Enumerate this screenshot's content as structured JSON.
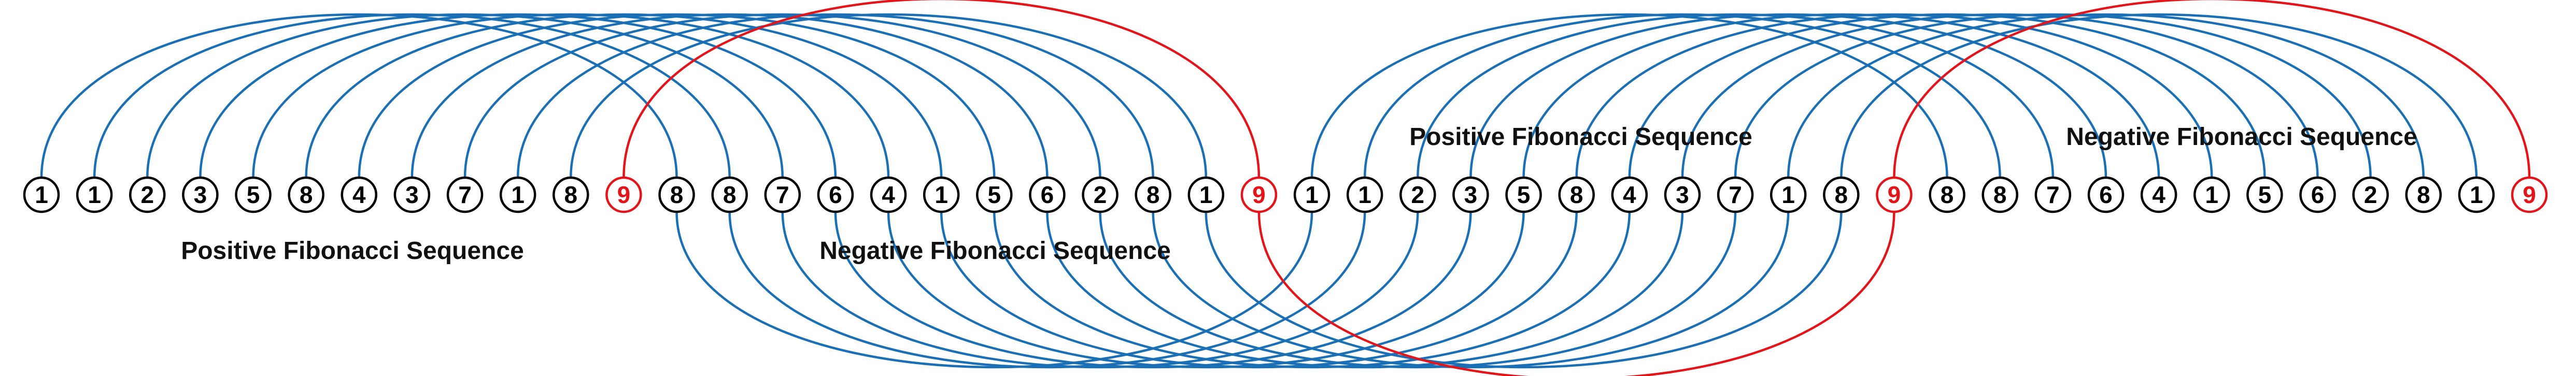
{
  "colors": {
    "arc": "#1a6fb5",
    "highlight": "#e4141b",
    "digit": "#000000",
    "label": "#111111"
  },
  "sequence": [
    "1",
    "1",
    "2",
    "3",
    "5",
    "8",
    "4",
    "3",
    "7",
    "1",
    "8",
    "9",
    "8",
    "8",
    "7",
    "6",
    "4",
    "1",
    "5",
    "6",
    "2",
    "8",
    "1",
    "9",
    "1",
    "1",
    "2",
    "3",
    "5",
    "8",
    "4",
    "3",
    "7",
    "1",
    "8",
    "9",
    "8",
    "8",
    "7",
    "6",
    "4",
    "1",
    "5",
    "6",
    "2",
    "8",
    "1",
    "9"
  ],
  "highlight_indices": [
    11,
    23,
    35,
    47
  ],
  "labels": {
    "positive_1": "Positive Fibonacci Sequence",
    "negative_1": "Negative Fibonacci Sequence",
    "positive_2": "Positive Fibonacci Sequence",
    "negative_2": "Negative Fibonacci Sequence"
  }
}
